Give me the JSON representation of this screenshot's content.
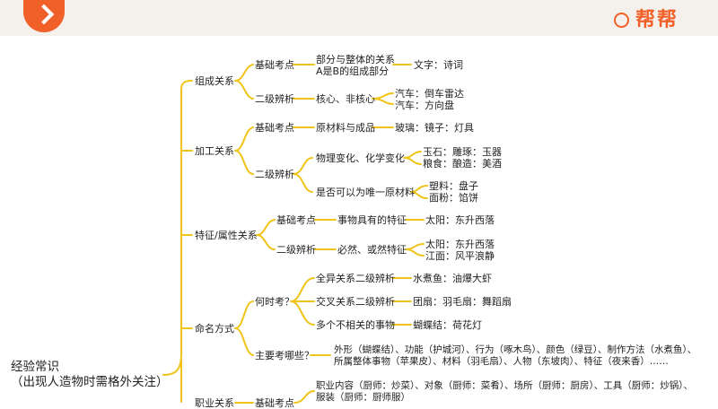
{
  "header": {
    "help_text": "帮帮"
  },
  "root": {
    "title": "经验常识",
    "subtitle": "（出现人造物时需格外关注）"
  },
  "branches": {
    "composition": {
      "label": "组成关系",
      "basic": {
        "label": "基础考点",
        "concept_1": "部分与整体的关系",
        "concept_2": "A是B的组成部分",
        "example": "文字：诗词"
      },
      "level2": {
        "label": "二级辨析",
        "concept": "核心、非核心",
        "example_1": "汽车：倒车雷达",
        "example_2": "汽车：方向盘"
      }
    },
    "processing": {
      "label": "加工关系",
      "basic": {
        "label": "基础考点",
        "concept": "原材料与成品",
        "example": "玻璃：镜子：灯具"
      },
      "level2": {
        "label": "二级辨析",
        "change": {
          "concept": "物理变化、化学变化",
          "example_1": "玉石：雕琢：玉器",
          "example_2": "粮食：酿造：美酒"
        },
        "unique": {
          "concept": "是否可以为唯一原材料",
          "example_1": "塑料：盘子",
          "example_2": "面粉：馅饼"
        }
      }
    },
    "attribute": {
      "label": "特征/属性关系",
      "basic": {
        "label": "基础考点",
        "concept": "事物具有的特征",
        "example": "太阳：东升西落"
      },
      "level2": {
        "label": "二级辨析",
        "concept": "必然、或然特征",
        "example_1": "太阳：东升西落",
        "example_2": "江面：风平浪静"
      }
    },
    "naming": {
      "label": "命名方式",
      "when": {
        "label": "何时考？",
        "items": [
          {
            "concept": "全异关系二级辨析",
            "example": "水煮鱼：油爆大虾"
          },
          {
            "concept": "交叉关系二级辨析",
            "example": "团扇：羽毛扇：舞蹈扇"
          },
          {
            "concept": "多个不相关的事物",
            "example": "蝴蝶结：荷花灯"
          }
        ]
      },
      "what": {
        "label": "主要考哪些？",
        "line_1": "外形（蝴蝶结）、功能（护城河）、行为（啄木鸟）、颜色（绿豆）、制作方法（水煮鱼）、",
        "line_2": "所属整体事物（苹果皮）、材料（羽毛扇）、人物（东坡肉）、特征（夜来香）……"
      }
    },
    "occupation": {
      "label": "职业关系",
      "basic": {
        "label": "基础考点"
      },
      "line_1": "职业内容（厨师：炒菜）、对象（厨师：菜肴）、场所（厨师：厨房）、工具（厨师：炒锅）、",
      "line_2": "服装（厨师：厨师服）"
    }
  },
  "colors": {
    "line": "#f0c419",
    "accent": "#f2602a",
    "topbar": "#f4f1ec"
  }
}
